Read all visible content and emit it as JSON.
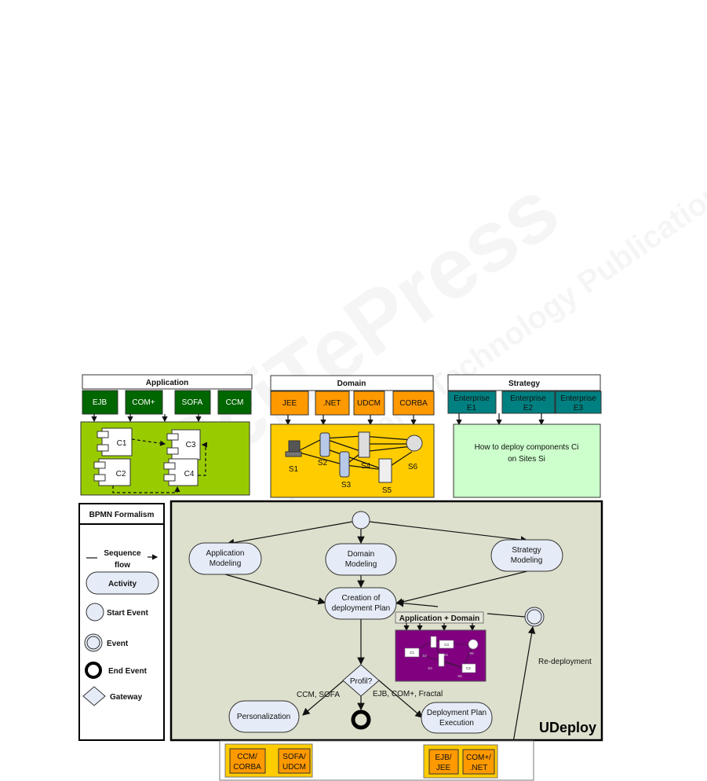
{
  "watermark": {
    "title": "SciTePress",
    "subtitle": "Science and Technology Publications"
  },
  "application": {
    "title": "Application",
    "techs": [
      "EJB",
      "COM+",
      "SOFA",
      "CCM"
    ],
    "components": [
      "C1",
      "C2",
      "C3",
      "C4"
    ],
    "color": "#99cc00"
  },
  "domain": {
    "title": "Domain",
    "techs": [
      "JEE",
      ".NET",
      "UDCM",
      "CORBA"
    ],
    "sites": [
      "S1",
      "S2",
      "S3",
      "S4",
      "S5",
      "S6"
    ],
    "color": "#ffcc00"
  },
  "strategy": {
    "title": "Strategy",
    "enterprises": [
      [
        "Enterprise",
        "E1"
      ],
      [
        "Enterprise",
        "E2"
      ],
      [
        "Enterprise",
        "E3"
      ]
    ],
    "text": [
      "How to deploy components Ci",
      "on Sites Si"
    ],
    "color": "#ccffcc"
  },
  "legend": {
    "title": "BPMN Formalism",
    "sequence": "Sequence",
    "flow": "flow",
    "activity": "Activity",
    "start_event": "Start Event",
    "event": "Event",
    "end_event": "End Event",
    "gateway": "Gateway"
  },
  "udeploy": {
    "title": "UDeploy",
    "app_modeling": [
      "Application",
      "Modeling"
    ],
    "domain_modeling": [
      "Domain",
      "Modeling"
    ],
    "strategy_modeling": [
      "Strategy",
      "Modeling"
    ],
    "creation": [
      "Creation of",
      "deployment Plan"
    ],
    "app_domain": "Application +  Domain",
    "mini": {
      "c1": "C1",
      "c2": "C2",
      "c3": "C3",
      "s2": "S2",
      "s3": "S3",
      "s4": "S4",
      "s5": "S5",
      "s6": "S6"
    },
    "gateway": "Profil?",
    "left_branch": "CCM, SOFA",
    "right_branch": "EJB, COM+, Fractal",
    "personalization": "Personalization",
    "execution": [
      "Deployment Plan",
      "Execution"
    ],
    "redeployment": "Re-deployment"
  },
  "bottom": {
    "left": [
      [
        "CCM/",
        "CORBA"
      ],
      [
        "SOFA/",
        "UDCM"
      ]
    ],
    "right": [
      [
        "EJB/",
        "JEE"
      ],
      [
        "COM+/",
        ".NET"
      ]
    ]
  }
}
